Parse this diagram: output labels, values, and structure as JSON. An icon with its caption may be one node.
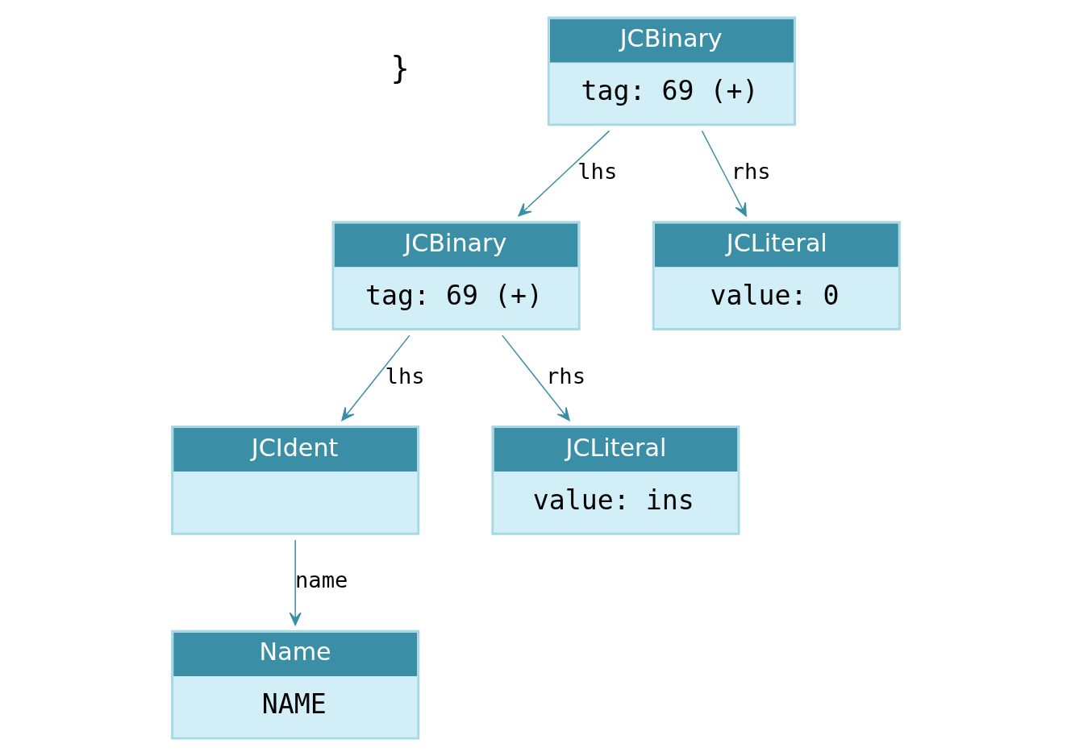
{
  "diagram": {
    "nodes": [
      {
        "text": [
          "JCBinary",
          "tag: 69 (+)"
        ]
      },
      {
        "text": [
          "JCBinary",
          "tag: 69 (+)"
        ]
      },
      {
        "text": [
          "JCLiteral",
          "value: 0"
        ]
      },
      {
        "text": [
          "JCIdent"
        ]
      },
      {
        "text": [
          "JCLiteral",
          "value: ins"
        ]
      },
      {
        "text": [
          "Name",
          "NAME"
        ]
      }
    ],
    "edges": [
      {
        "from": 0,
        "to": 1,
        "arrow": "to",
        "label": "lhs"
      },
      {
        "from": 0,
        "to": 2,
        "arrow": "to",
        "label": "rhs"
      },
      {
        "from": 1,
        "to": 3,
        "arrow": "to",
        "label": "lhs"
      },
      {
        "from": 1,
        "to": 4,
        "arrow": "to",
        "label": "rhs"
      },
      {
        "from": 3,
        "to": 5,
        "arrow": "to",
        "label": "name"
      }
    ],
    "labels": [
      "}"
    ]
  }
}
